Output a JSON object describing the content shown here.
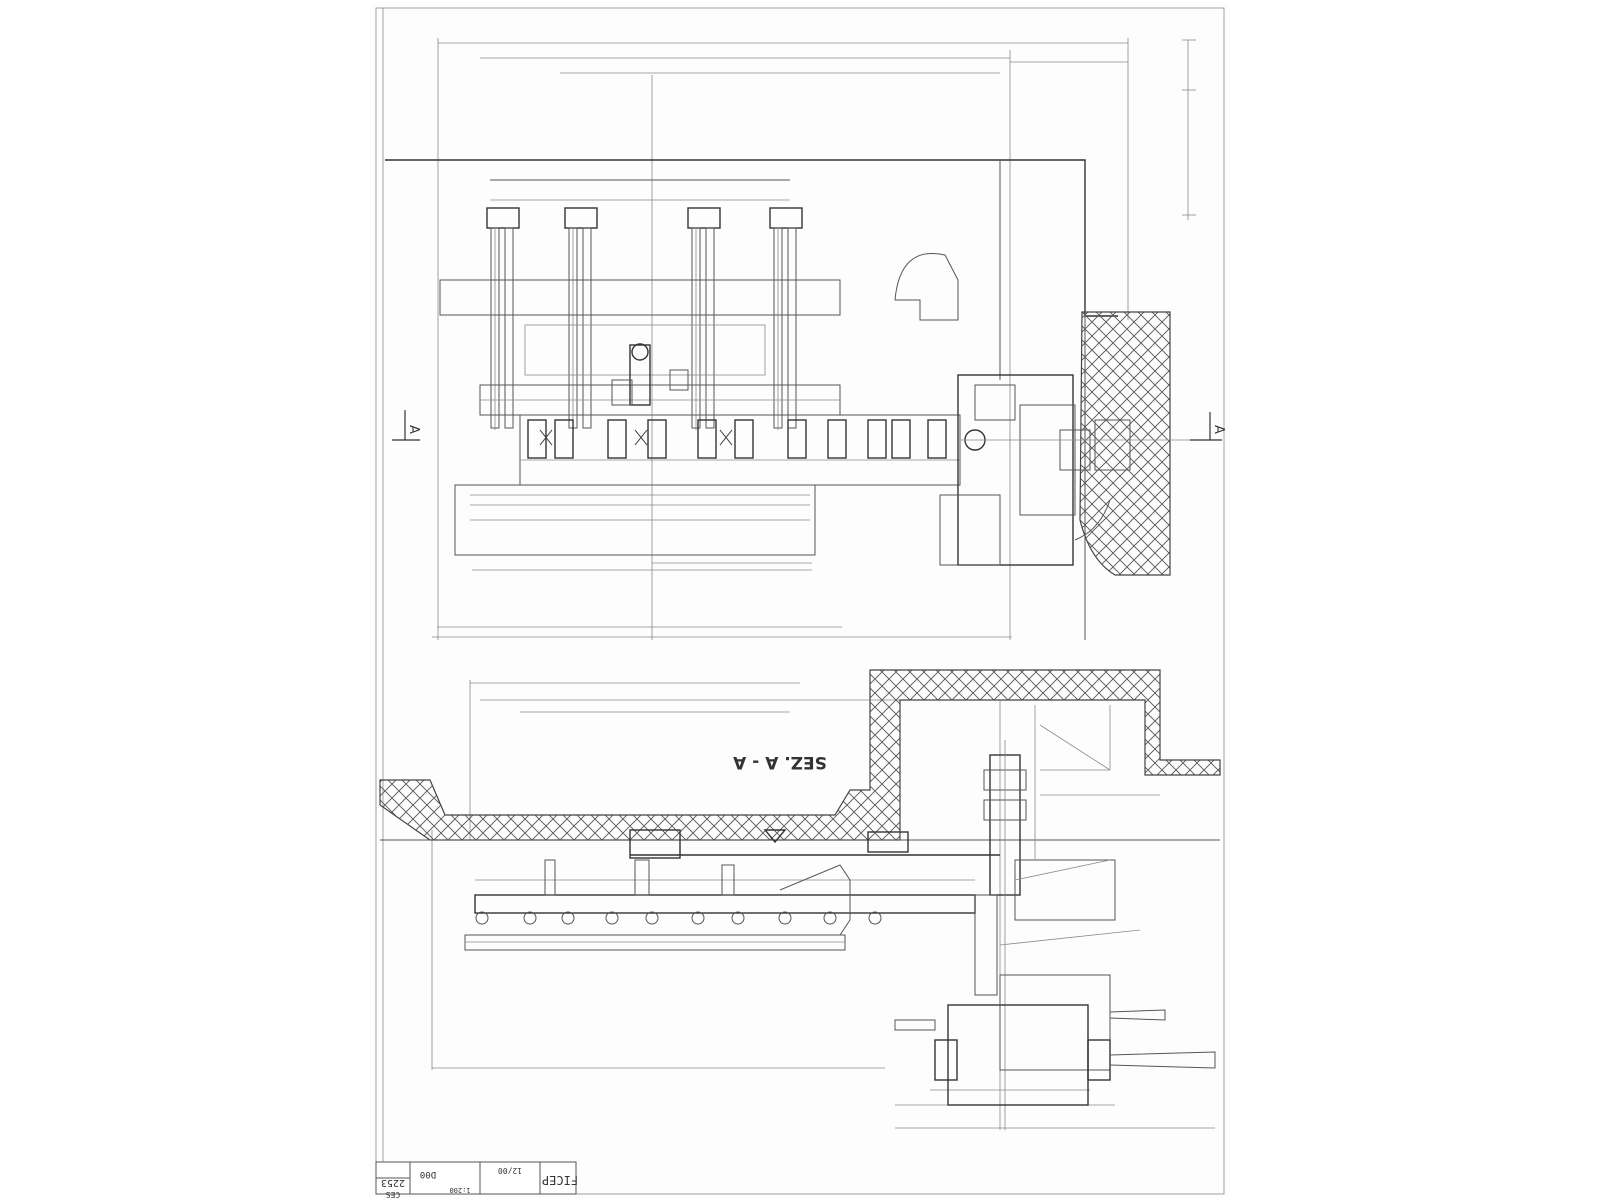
{
  "drawing": {
    "section_label": "SEZ. A - A",
    "section_marker_left": "A",
    "section_marker_right": "A"
  },
  "title_block": {
    "company": "FICEP",
    "drawing_number": "2253",
    "scale": "1:200",
    "sheet_code": "D00",
    "date_code": "12/00",
    "ref_code": "CES"
  },
  "colors": {
    "paper": "#ffffff",
    "ink": "#555555",
    "border": "#777777"
  }
}
